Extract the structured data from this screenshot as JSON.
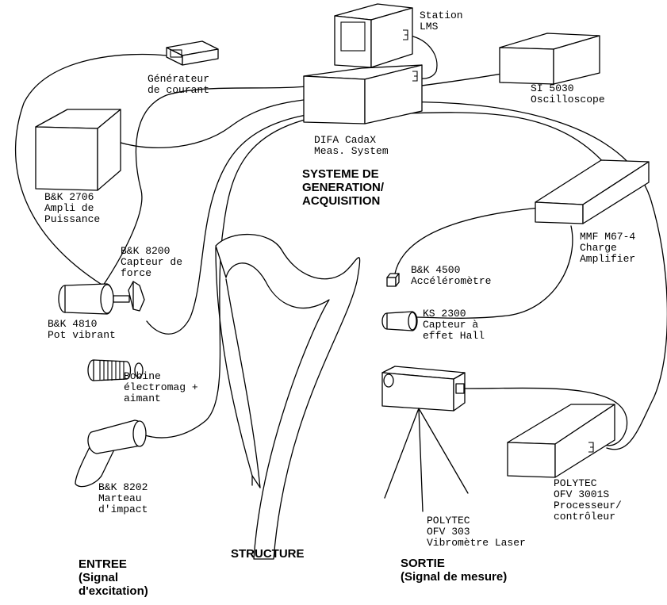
{
  "labels": {
    "station_lms": [
      "Station",
      "LMS"
    ],
    "generateur": [
      "Générateur",
      "de courant"
    ],
    "si5030": [
      "SI 5030",
      "Oscilloscope"
    ],
    "difa": [
      "DIFA CadaX",
      "Meas. System"
    ],
    "bk2706": [
      "B&K 2706",
      "Ampli de",
      "Puissance"
    ],
    "bk8200": [
      "B&K 8200",
      "Capteur de",
      "force"
    ],
    "mmf": [
      "MMF M67-4",
      "Charge",
      "Amplifier"
    ],
    "bk4500": [
      "B&K 4500",
      "Accéléromètre"
    ],
    "ks2300": [
      "KS 2300",
      "Capteur à",
      "effet Hall"
    ],
    "bk4810": [
      "B&K 4810",
      "Pot vibrant"
    ],
    "bobine": [
      "Bobine",
      "électromag +",
      "aimant"
    ],
    "bk8202": [
      "B&K 8202",
      "Marteau",
      "d'impact"
    ],
    "polytec303": [
      "POLYTEC",
      "OFV 303",
      "Vibromètre Laser"
    ],
    "polytec3001": [
      "POLYTEC",
      "OFV 3001S",
      "Processeur/",
      "contrôleur"
    ]
  },
  "sections": {
    "systeme": [
      "SYSTEME DE",
      "GENERATION/",
      "ACQUISITION"
    ],
    "entree": [
      "ENTREE",
      "(Signal",
      "d'excitation)"
    ],
    "structure": [
      "STRUCTURE"
    ],
    "sortie": [
      "SORTIE",
      "(Signal de mesure)"
    ]
  }
}
